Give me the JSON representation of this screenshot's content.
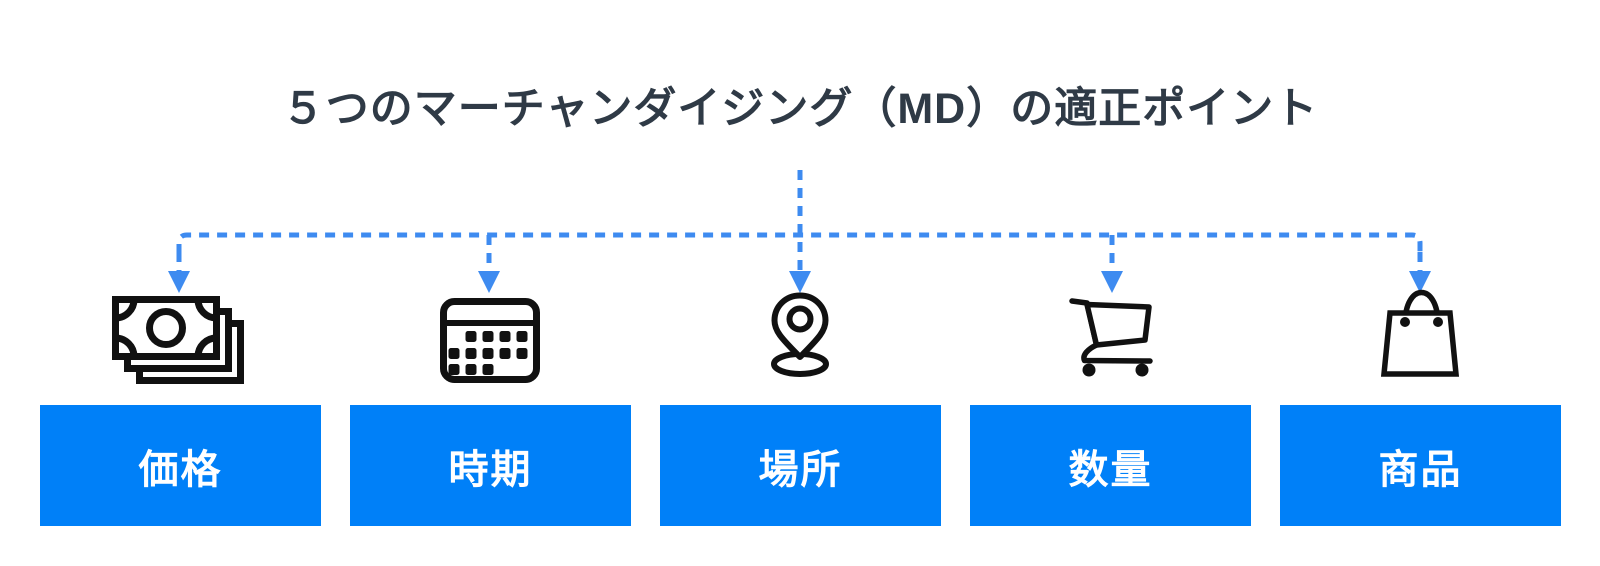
{
  "title": "５つのマーチャンダイジング（MD）の適正ポイント",
  "colors": {
    "box_blue": "#0080F8",
    "connector_blue": "#3E8BF0",
    "icon_stroke": "#111111",
    "title_text": "#2F3A46",
    "box_label_text": "#FFFFFF"
  },
  "items": [
    {
      "label": "価格",
      "icon": "money-icon"
    },
    {
      "label": "時期",
      "icon": "calendar-icon"
    },
    {
      "label": "場所",
      "icon": "location-pin-icon"
    },
    {
      "label": "数量",
      "icon": "shopping-cart-icon"
    },
    {
      "label": "商品",
      "icon": "shopping-bag-icon"
    }
  ]
}
